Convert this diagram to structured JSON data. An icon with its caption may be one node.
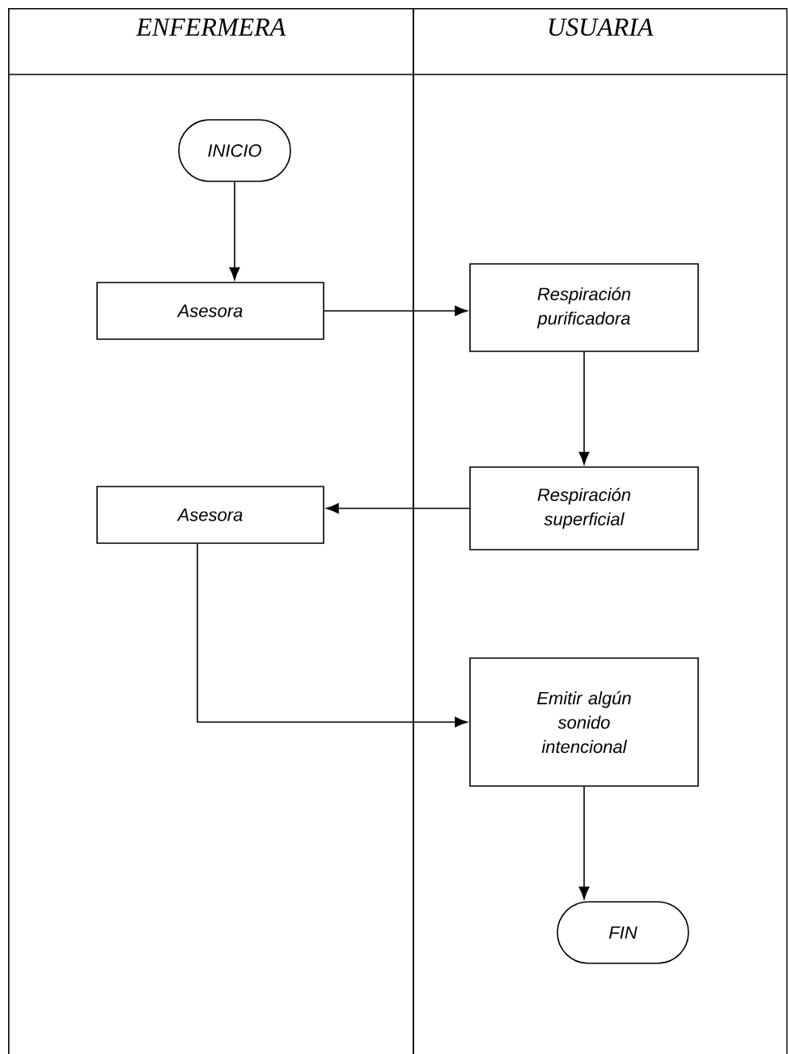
{
  "diagram": {
    "nodes": [
      {
        "text": [
          "ENFERMERA"
        ]
      },
      {
        "text": [
          "USUARIA"
        ]
      },
      {
        "text": [
          "INICIO"
        ],
        "in": 0
      },
      {
        "text": [
          "Asesora"
        ],
        "in": 0
      },
      {
        "text": [
          "Respiración purificadora"
        ],
        "in": 1
      },
      {
        "text": [
          "Respiración superficial"
        ],
        "in": 1
      },
      {
        "text": [
          "Asesora"
        ],
        "in": 0
      },
      {
        "text": [
          "Emitir algún sonido intencional"
        ],
        "in": 1
      },
      {
        "text": [
          "FIN"
        ],
        "in": 1
      }
    ],
    "edges": [
      {
        "from": 2,
        "to": 3,
        "arrow": "to"
      },
      {
        "from": 3,
        "to": 4,
        "arrow": "to"
      },
      {
        "from": 4,
        "to": 5,
        "arrow": "to"
      },
      {
        "from": 5,
        "to": 6,
        "arrow": "to"
      },
      {
        "from": 6,
        "to": 7,
        "arrow": "to"
      },
      {
        "from": 7,
        "to": 8,
        "arrow": "to"
      }
    ]
  }
}
